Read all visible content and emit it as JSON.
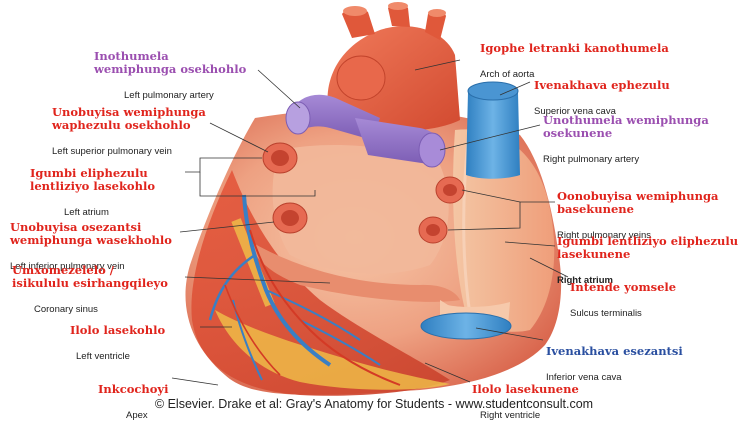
{
  "labels": [
    {
      "id": "l1",
      "xh": "Inothumela\nwemiphunga osekhohlo",
      "en": "Left pulmonary artery",
      "color": "purple"
    },
    {
      "id": "l2",
      "xh": "Unobuyisa wemiphunga\nwaphezulu osekhohlo",
      "en": "Left superior pulmonary vein",
      "color": "red"
    },
    {
      "id": "l3",
      "xh": "Igumbi eliphezulu\nlentliziyo lasekohlo",
      "en": "Left atrium",
      "color": "red"
    },
    {
      "id": "l4",
      "xh": "Unobuyisa osezantsi\nwemiphunga  wasekhohlo",
      "en": "Left inferior pulmonary vein",
      "color": "red"
    },
    {
      "id": "l5",
      "xh": "Umxomezelelo /\nisikululu esirhangqileyo",
      "en": "Coronary sinus",
      "color": "red"
    },
    {
      "id": "l6",
      "xh": "Ilolo lasekohlo",
      "en": "Left ventricle",
      "color": "red"
    },
    {
      "id": "l7",
      "xh": "Inkcochoyi",
      "en": "Apex",
      "color": "red"
    },
    {
      "id": "r1",
      "xh": "Igophe letranki kanothumela",
      "en": "Arch of aorta",
      "color": "red"
    },
    {
      "id": "r2",
      "xh": "Ivenakhava ephezulu",
      "en": "Superior vena cava",
      "color": "red"
    },
    {
      "id": "r3",
      "xh": "Unothumela wemiphunga\nosekunene",
      "en": "Right pulmonary artery",
      "color": "purple"
    },
    {
      "id": "r4",
      "xh": "Oonobuyisa wemiphunga\nbasekunene",
      "en": "Right pulmonary veins",
      "color": "red"
    },
    {
      "id": "r5",
      "xh": "Igumbi lentliziyo eliphezulu\nlasekunene",
      "en": "Right atrium",
      "color": "red"
    },
    {
      "id": "r6",
      "xh": "Intende yomsele",
      "en": "Sulcus terminalis",
      "color": "red"
    },
    {
      "id": "r7",
      "xh": "Ivenakhava esezantsi",
      "en": "Inferior vena cava",
      "color": "blue"
    },
    {
      "id": "r8",
      "xh": "Ilolo lasekunene",
      "en": "Right ventricle",
      "color": "red"
    }
  ],
  "credit": "© Elsevier. Drake et al: Gray's Anatomy for Students - www.studentconsult.com"
}
